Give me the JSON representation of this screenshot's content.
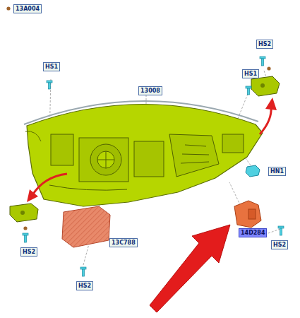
{
  "diagram": {
    "nodes": [
      {
        "text": [
          "13A004"
        ]
      },
      {
        "text": [
          "HS2"
        ]
      },
      {
        "text": [
          "HS1"
        ]
      },
      {
        "text": [
          "HS1"
        ]
      },
      {
        "text": [
          "13008"
        ]
      },
      {
        "text": [
          "HN1"
        ]
      },
      {
        "text": [
          "14D284"
        ]
      },
      {
        "text": [
          "HS2"
        ]
      },
      {
        "text": [
          "13C788"
        ]
      },
      {
        "text": [
          "HS2"
        ]
      },
      {
        "text": [
          "HS2"
        ]
      }
    ]
  }
}
